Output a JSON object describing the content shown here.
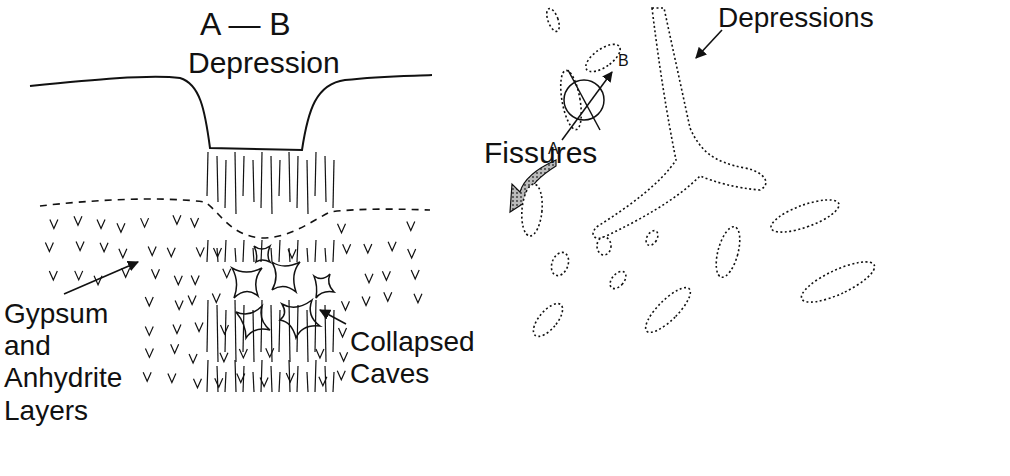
{
  "diagram": {
    "labels": [
      "A — B",
      "Depression",
      "Fissures",
      "Gypsum and Anhydrite Layers",
      "Collapsed Caves",
      "Depressions",
      "A",
      "B"
    ]
  }
}
